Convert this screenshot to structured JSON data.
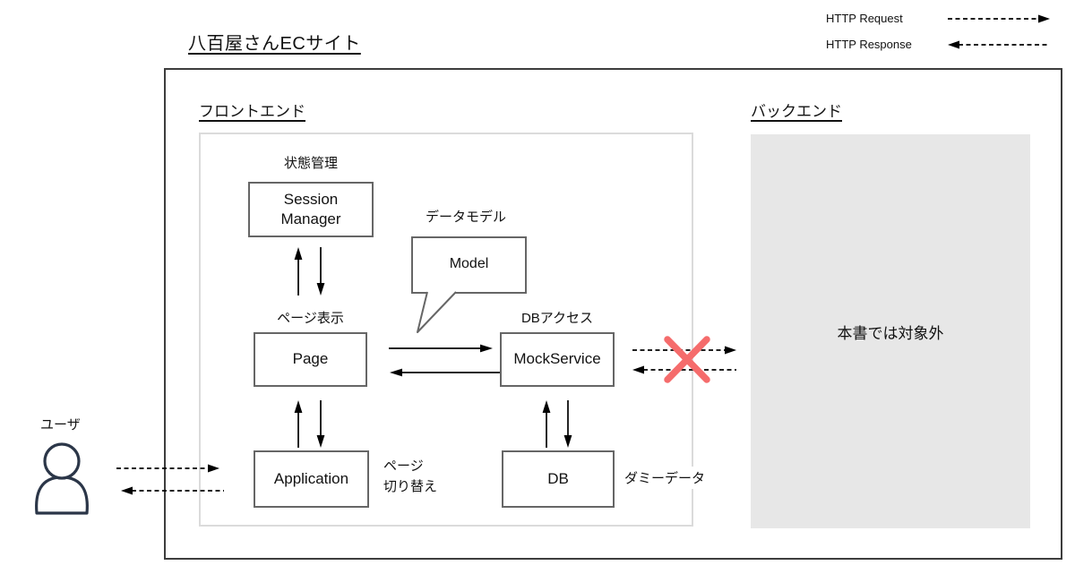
{
  "title": "八百屋さんECサイト",
  "legend": {
    "request": "HTTP Request",
    "response": "HTTP Response"
  },
  "sections": {
    "frontend": {
      "label": "フロントエンド"
    },
    "backend": {
      "label": "バックエンド",
      "note": "本書では対象外"
    }
  },
  "nodes": {
    "session_manager": {
      "label": "Session\nManager",
      "annotation": "状態管理"
    },
    "model": {
      "label": "Model",
      "annotation": "データモデル"
    },
    "page": {
      "label": "Page",
      "annotation": "ページ表示"
    },
    "mock_service": {
      "label": "MockService",
      "annotation": "DBアクセス"
    },
    "application": {
      "label": "Application",
      "annotation": "ページ\n切り替え"
    },
    "db": {
      "label": "DB",
      "annotation": "ダミーデータ"
    }
  },
  "user": {
    "label": "ユーザ"
  },
  "icons": {
    "user": "user-icon",
    "cross": "blocked-cross-icon",
    "bubble": "speech-bubble"
  },
  "colors": {
    "cross": "#f56c6c",
    "backend_fill": "#e7e7e7",
    "node_border": "#666666",
    "frontend_border": "#dbdbdb",
    "outer_border": "#3d3d3d",
    "user_icon": "#2b3648",
    "arrow": "#000000"
  }
}
